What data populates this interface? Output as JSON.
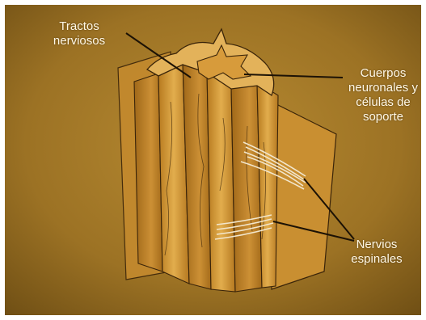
{
  "labels": {
    "tractos": "Tractos\nnerviosos",
    "cuerpos": "Cuerpos\nneuronales y\ncélulas de\nsoporte",
    "nervios": "Nervios\nespinales"
  },
  "colors": {
    "background": "#a77a25",
    "cord": "#c98d2a",
    "cord_light": "#e0ab4a",
    "outline": "#3a2409",
    "nerve": "#f2e6cc",
    "label_text": "#fff8e6"
  }
}
